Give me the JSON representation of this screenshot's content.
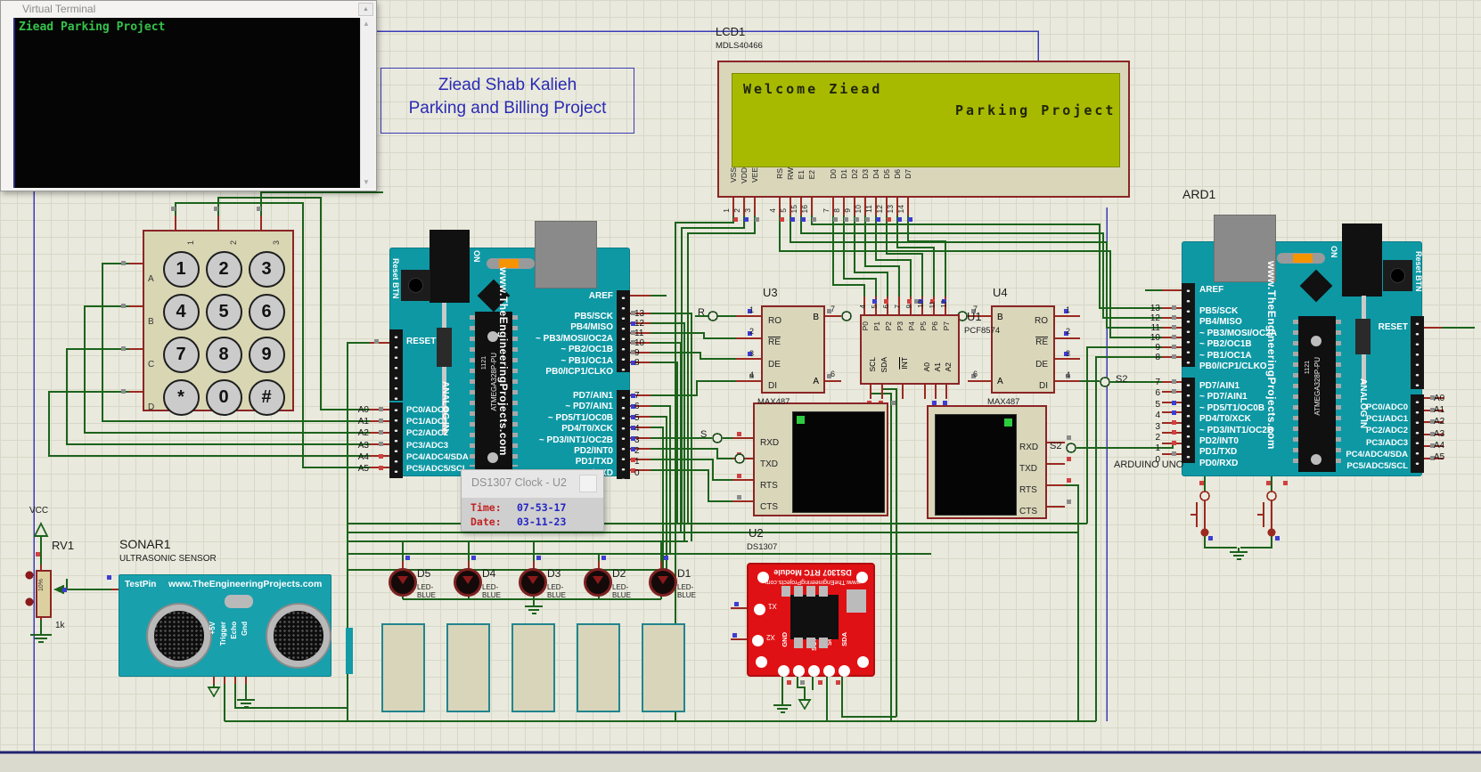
{
  "app": {
    "window_title": "Virtual Terminal",
    "terminal_text": "Ziead Parking Project"
  },
  "title_block": {
    "line1": "Ziead Shab Kalieh",
    "line2": "Parking and Billing Project"
  },
  "lcd": {
    "ref": "LCD1",
    "part": "MDLS40466",
    "screen_line1": "Welcome Ziead",
    "screen_line2": "Parking Project",
    "pins_power": [
      {
        "num": "1",
        "name": "VSS"
      },
      {
        "num": "2",
        "name": "VDD"
      },
      {
        "num": "3",
        "name": "VEE"
      }
    ],
    "pins_ctrl": [
      {
        "num": "4",
        "name": "RS"
      },
      {
        "num": "5",
        "name": "RW"
      },
      {
        "num": "15",
        "name": "E1"
      },
      {
        "num": "16",
        "name": "E2"
      }
    ],
    "pins_data": [
      {
        "num": "7",
        "name": "D0"
      },
      {
        "num": "8",
        "name": "D1"
      },
      {
        "num": "9",
        "name": "D2"
      },
      {
        "num": "10",
        "name": "D3"
      },
      {
        "num": "11",
        "name": "D4"
      },
      {
        "num": "12",
        "name": "D5"
      },
      {
        "num": "13",
        "name": "D6"
      },
      {
        "num": "14",
        "name": "D7"
      }
    ]
  },
  "keypad": {
    "col_labels": [
      "1",
      "2",
      "3"
    ],
    "row_labels": [
      "A",
      "B",
      "C",
      "D"
    ],
    "keys": [
      "1",
      "2",
      "3",
      "4",
      "5",
      "6",
      "7",
      "8",
      "9",
      "*",
      "0",
      "#"
    ]
  },
  "arduino": {
    "brand": "www.TheEngineeringProjects.com",
    "chip": "ATMEGA328P-PU",
    "chip_mark": "1121",
    "reset_btn": "Reset BTN",
    "on": "ON",
    "reset": "RESET",
    "analog_in": "ANALOG IN",
    "aref": "AREF",
    "pins_b": [
      {
        "num": "13",
        "label": "PB5/SCK"
      },
      {
        "num": "12",
        "label": "PB4/MISO"
      },
      {
        "num": "11",
        "label": "~ PB3/MOSI/OC2A"
      },
      {
        "num": "10",
        "label": "~ PB2/OC1B"
      },
      {
        "num": "9",
        "label": "~ PB1/OC1A"
      },
      {
        "num": "8",
        "label": "PB0/ICP1/CLKO"
      }
    ],
    "pins_d": [
      {
        "num": "7",
        "label": "PD7/AIN1"
      },
      {
        "num": "6",
        "label": "~ PD7/AIN1"
      },
      {
        "num": "5",
        "label": "~ PD5/T1/OC0B"
      },
      {
        "num": "4",
        "label": "PD4/T0/XCK"
      },
      {
        "num": "3",
        "label": "~ PD3/INT1/OC2B"
      },
      {
        "num": "2",
        "label": "PD2/INT0"
      },
      {
        "num": "1",
        "label": "PD1/TXD"
      },
      {
        "num": "0",
        "label": "PD0/RXD"
      }
    ],
    "pins_a": [
      {
        "num": "A0",
        "label": "PC0/ADC0"
      },
      {
        "num": "A1",
        "label": "PC1/ADC1"
      },
      {
        "num": "A2",
        "label": "PC2/ADC2"
      },
      {
        "num": "A3",
        "label": "PC3/ADC3"
      },
      {
        "num": "A4",
        "label": "PC4/ADC4/SDA"
      },
      {
        "num": "A5",
        "label": "PC5/ADC5/SCL"
      }
    ]
  },
  "ard2": {
    "ref": "ARD1",
    "caption": "ARDUINO UNO"
  },
  "u3": {
    "ref": "U3",
    "part": "MAX487",
    "left": [
      {
        "num": "1",
        "name": "RO"
      },
      {
        "num": "2",
        "name": "RE"
      },
      {
        "num": "3",
        "name": "DE"
      },
      {
        "num": "4",
        "name": "DI"
      }
    ],
    "right": [
      {
        "num": "7",
        "name": "B"
      },
      {
        "num": "6",
        "name": "A"
      }
    ]
  },
  "u4": {
    "ref": "U4",
    "part": "MAX487",
    "right": [
      {
        "num": "1",
        "name": "RO"
      },
      {
        "num": "2",
        "name": "RE"
      },
      {
        "num": "3",
        "name": "DE"
      },
      {
        "num": "4",
        "name": "DI"
      }
    ],
    "left": [
      {
        "num": "7",
        "name": "B"
      },
      {
        "num": "6",
        "name": "A"
      }
    ]
  },
  "u1": {
    "ref": "U1",
    "part": "PCF8574",
    "top": [
      {
        "num": "4",
        "name": "P0"
      },
      {
        "num": "5",
        "name": "P1"
      },
      {
        "num": "6",
        "name": "P2"
      },
      {
        "num": "7",
        "name": "P3"
      },
      {
        "num": "9",
        "name": "P4"
      },
      {
        "num": "10",
        "name": "P5"
      },
      {
        "num": "11",
        "name": "P6"
      },
      {
        "num": "12",
        "name": "P7"
      }
    ],
    "bottom": [
      {
        "num": "14",
        "name": "SCL"
      },
      {
        "num": "15",
        "name": "SDA"
      },
      {
        "num": "13",
        "name": "INT"
      },
      {
        "num": "1",
        "name": "A0"
      },
      {
        "num": "2",
        "name": "A1"
      },
      {
        "num": "3",
        "name": "A2"
      }
    ]
  },
  "serial_terminal": {
    "pins": [
      "RXD",
      "TXD",
      "RTS",
      "CTS"
    ]
  },
  "rtc": {
    "ref": "U2",
    "part": "DS1307",
    "title": "DS1307 RTC Module",
    "brand": "www.TheEngineeringProjects.com",
    "side_pins": [
      "X1",
      "X2"
    ],
    "bottom_pins": [
      "GND",
      "VCC",
      "SOUT",
      "SCL",
      "SDA"
    ]
  },
  "popup": {
    "title": "DS1307 Clock - U2",
    "time_label": "Time:",
    "time_value": "07-53-17",
    "date_label": "Date:",
    "date_value": "03-11-23"
  },
  "leds": [
    {
      "ref": "D5",
      "type": "LED-BLUE"
    },
    {
      "ref": "D4",
      "type": "LED-BLUE"
    },
    {
      "ref": "D3",
      "type": "LED-BLUE"
    },
    {
      "ref": "D2",
      "type": "LED-BLUE"
    },
    {
      "ref": "D1",
      "type": "LED-BLUE"
    }
  ],
  "pot": {
    "ref": "RV1",
    "value": "1k",
    "wiper": "10%",
    "vcc": "VCC"
  },
  "sonar": {
    "ref": "SONAR1",
    "subtitle": "ULTRASONIC SENSOR",
    "brand": "www.TheEngineeringProjects.com",
    "testpin": "TestPin",
    "pins": [
      "+5V",
      "Trigger",
      "Echo",
      "Gnd"
    ]
  },
  "net_labels": {
    "r": "R",
    "s": "S",
    "s2": "S2"
  },
  "colors": {
    "board_teal": "#0e98a4",
    "wire_green": "#1c631c",
    "component_red": "#8b2525",
    "lcd_screen": "#a8ba00",
    "rtc_red": "#e01114",
    "terminal_text_green": "#35c24a",
    "sheet_blue": "#3b3bb8"
  }
}
